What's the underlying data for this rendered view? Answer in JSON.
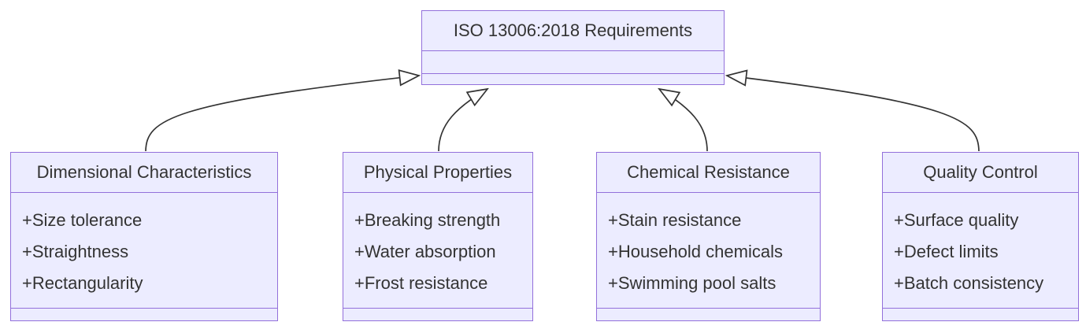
{
  "diagram": {
    "type": "uml-class-diagram",
    "parent": {
      "name": "ISO 13006:2018 Requirements",
      "attributes": [],
      "methods": []
    },
    "classes": [
      {
        "name": "Dimensional Characteristics",
        "attributes": [
          "+Size tolerance",
          "+Straightness",
          "+Rectangularity"
        ]
      },
      {
        "name": "Physical Properties",
        "attributes": [
          "+Breaking strength",
          "+Water absorption",
          "+Frost resistance"
        ]
      },
      {
        "name": "Chemical Resistance",
        "attributes": [
          "+Stain resistance",
          "+Household chemicals",
          "+Swimming pool salts"
        ]
      },
      {
        "name": "Quality Control",
        "attributes": [
          "+Surface quality",
          "+Defect limits",
          "+Batch consistency"
        ]
      }
    ],
    "relationships": [
      {
        "from": "Dimensional Characteristics",
        "to": "ISO 13006:2018 Requirements",
        "type": "inheritance"
      },
      {
        "from": "Physical Properties",
        "to": "ISO 13006:2018 Requirements",
        "type": "inheritance"
      },
      {
        "from": "Chemical Resistance",
        "to": "ISO 13006:2018 Requirements",
        "type": "inheritance"
      },
      {
        "from": "Quality Control",
        "to": "ISO 13006:2018 Requirements",
        "type": "inheritance"
      }
    ],
    "colors": {
      "node_fill": "#ECECFF",
      "node_border": "#9370DB",
      "edge": "#333333",
      "text": "#333333",
      "background": "#ffffff"
    }
  }
}
